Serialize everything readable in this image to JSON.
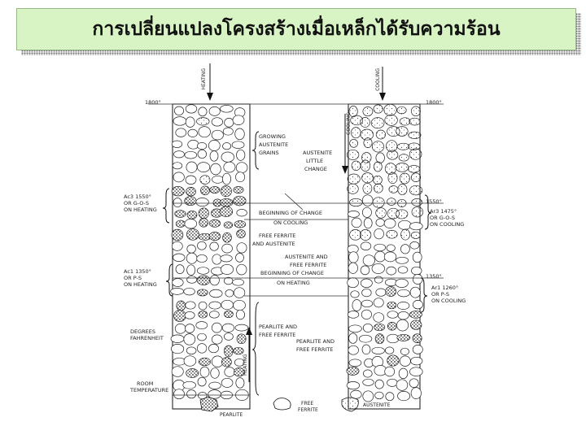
{
  "header": {
    "title": "การเปลี่ยนแปลงโครงสร้างเมื่อเหล็กได้รับความร้อน"
  },
  "diagram": {
    "heating_arrow": "HEATING",
    "cooling_arrow": "COOLING",
    "cooling_side": "COOLING",
    "heating_side": "HEATING",
    "temp_left_top": "1800°",
    "temp_right_top": "1800°",
    "temp_left_ac3": [
      "Ac3 1550°",
      "OR G-O-S",
      "ON HEATING"
    ],
    "temp_right_1550": "1550°",
    "temp_right_ar3": [
      "Ar3 1475°",
      "OR G-O-S",
      "ON COOLING"
    ],
    "temp_left_ac1": [
      "Ac1 1350°",
      "OR P-S",
      "ON HEATING"
    ],
    "temp_right_1350": "1350°",
    "temp_right_ar1": [
      "Ar1 1260°",
      "OR P-S",
      "ON COOLING"
    ],
    "degrees_label": [
      "DEGREES",
      "FAHRENHEIT"
    ],
    "room_label": [
      "ROOM",
      "TEMPERATURE"
    ],
    "growing": [
      "GROWING",
      "AUSTENITE",
      "GRAINS"
    ],
    "little_change": [
      "AUSTENITE",
      "LITTLE",
      "CHANGE"
    ],
    "beginning_cooling": [
      "BEGINNING OF CHANGE",
      "ON COOLING"
    ],
    "ferrite_austenite": [
      "FREE FERRITE",
      "AND AUSTENITE"
    ],
    "austenite_ferrite": [
      "AUSTENITE AND",
      "FREE FERRITE"
    ],
    "beginning_heating": [
      "BEGINNING OF CHANGE",
      "ON HEATING"
    ],
    "pearlite_ferrite": [
      "PEARLITE AND",
      "FREE FERRITE"
    ],
    "pearlite_ferrite_2": [
      "PEARLITE AND",
      "FREE FERRITE"
    ],
    "legend_pearlite": "PEARLITE",
    "legend_ferrite": [
      "FREE",
      "FERRITE"
    ],
    "legend_austenite": "AUSTENITE"
  }
}
